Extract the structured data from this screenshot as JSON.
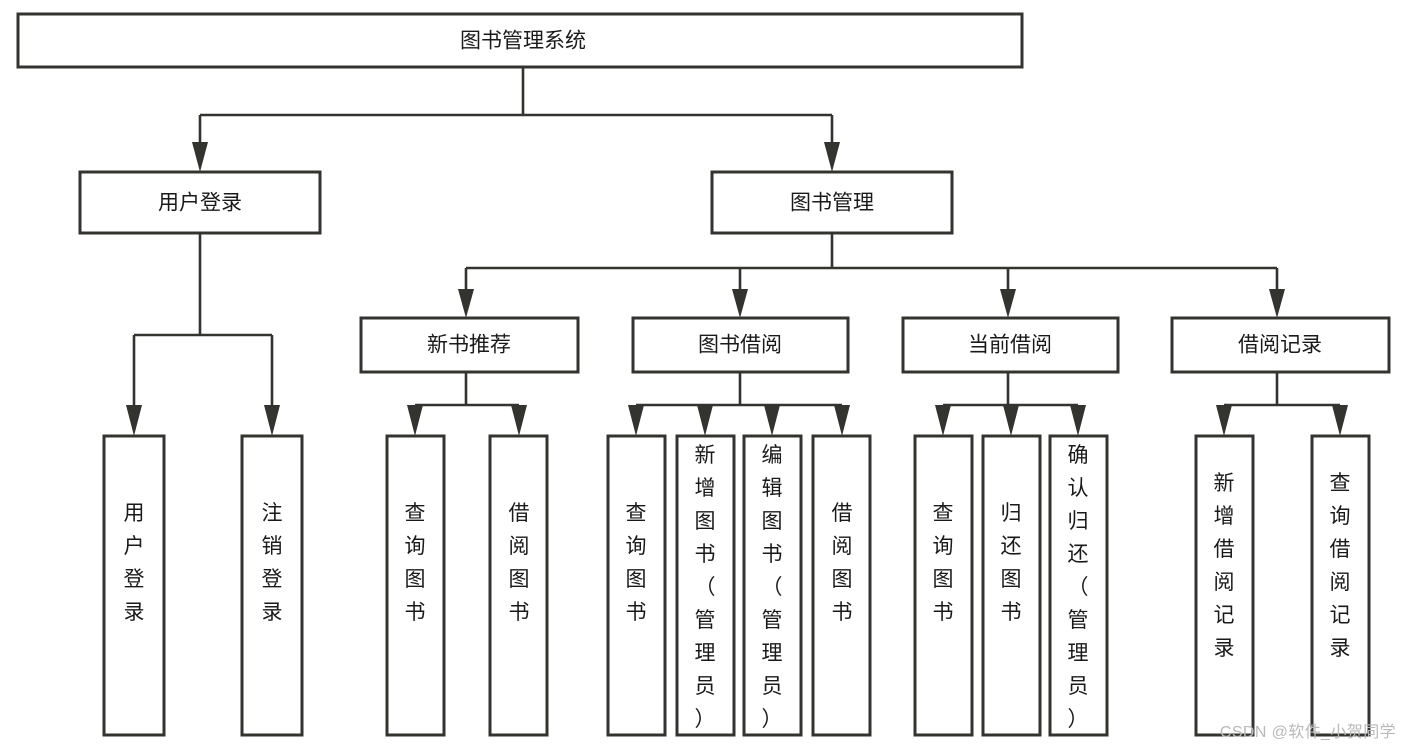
{
  "diagram": {
    "title": "图书管理系统",
    "type": "tree",
    "orientation": "top-down",
    "colors": {
      "box_stroke": "#33332f",
      "box_fill": "#ffffff",
      "connector": "#33332f",
      "text": "#1a1a1a",
      "watermark": "#b9b9b9",
      "background": "#ffffff"
    },
    "root": {
      "id": "root",
      "label": "图书管理系统",
      "orientation": "horizontal"
    },
    "level2": [
      {
        "id": "user-login",
        "label": "用户登录",
        "orientation": "horizontal"
      },
      {
        "id": "book-manage",
        "label": "图书管理",
        "orientation": "horizontal"
      }
    ],
    "level3": [
      {
        "id": "new-book-recommend",
        "label": "新书推荐",
        "orientation": "horizontal",
        "parent": "book-manage"
      },
      {
        "id": "book-borrow",
        "label": "图书借阅",
        "orientation": "horizontal",
        "parent": "book-manage"
      },
      {
        "id": "current-borrow",
        "label": "当前借阅",
        "orientation": "horizontal",
        "parent": "book-manage"
      },
      {
        "id": "borrow-record",
        "label": "借阅记录",
        "orientation": "horizontal",
        "parent": "book-manage"
      }
    ],
    "leaves": [
      {
        "id": "leaf-user-login",
        "label": "用户登录",
        "orientation": "vertical",
        "parent": "user-login",
        "align": "middle"
      },
      {
        "id": "leaf-logout",
        "label": "注销登录",
        "orientation": "vertical",
        "parent": "user-login",
        "align": "middle"
      },
      {
        "id": "leaf-query-book-1",
        "label": "查询图书",
        "orientation": "vertical",
        "parent": "new-book-recommend",
        "align": "middle"
      },
      {
        "id": "leaf-borrow-book-1",
        "label": "借阅图书",
        "orientation": "vertical",
        "parent": "new-book-recommend",
        "align": "middle"
      },
      {
        "id": "leaf-query-book-2",
        "label": "查询图书",
        "orientation": "vertical",
        "parent": "book-borrow",
        "align": "middle"
      },
      {
        "id": "leaf-add-book",
        "label": "新增图书（管理员）",
        "orientation": "vertical",
        "parent": "book-borrow",
        "align": "top"
      },
      {
        "id": "leaf-edit-book",
        "label": "编辑图书（管理员）",
        "orientation": "vertical",
        "parent": "book-borrow",
        "align": "top"
      },
      {
        "id": "leaf-borrow-book-2",
        "label": "借阅图书",
        "orientation": "vertical",
        "parent": "book-borrow",
        "align": "middle"
      },
      {
        "id": "leaf-query-book-3",
        "label": "查询图书",
        "orientation": "vertical",
        "parent": "current-borrow",
        "align": "middle"
      },
      {
        "id": "leaf-return-book",
        "label": "归还图书",
        "orientation": "vertical",
        "parent": "current-borrow",
        "align": "middle"
      },
      {
        "id": "leaf-confirm-return",
        "label": "确认归还（管理员）",
        "orientation": "vertical",
        "parent": "current-borrow",
        "align": "top"
      },
      {
        "id": "leaf-add-record",
        "label": "新增借阅记录",
        "orientation": "vertical",
        "parent": "borrow-record",
        "align": "middle"
      },
      {
        "id": "leaf-query-record",
        "label": "查询借阅记录",
        "orientation": "vertical",
        "parent": "borrow-record",
        "align": "middle"
      }
    ],
    "watermark": "CSDN @软件_小贺同学"
  }
}
